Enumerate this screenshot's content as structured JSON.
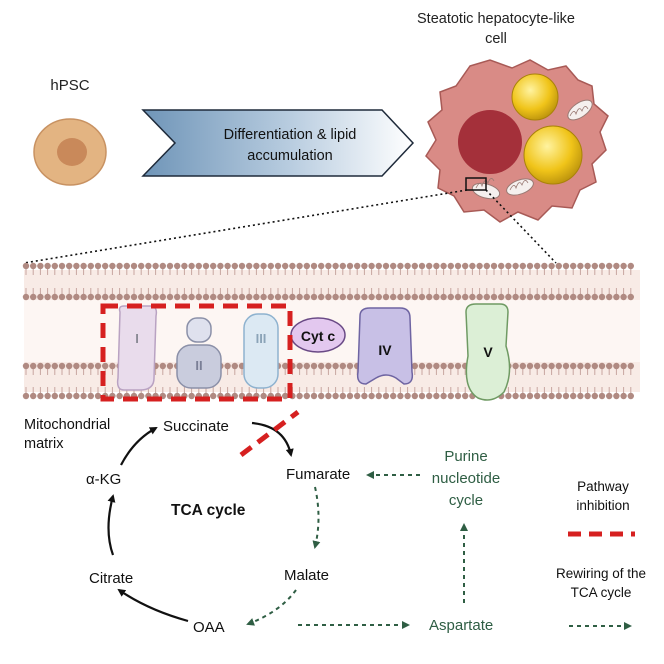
{
  "cell_labels": {
    "hpsc": "hPSC",
    "steatotic_line1": "Steatotic hepatocyte-like",
    "steatotic_line2": "cell"
  },
  "process_arrow": {
    "line1": "Differentiation & lipid",
    "line2": "accumulation"
  },
  "complexes": {
    "c1": "I",
    "c2": "II",
    "c3": "III",
    "cytc": "Cyt c",
    "c4": "IV",
    "c5": "V"
  },
  "matrix_label": {
    "line1": "Mitochondrial",
    "line2": "matrix"
  },
  "tca": {
    "title": "TCA cycle",
    "succinate": "Succinate",
    "fumarate": "Fumarate",
    "malate": "Malate",
    "oaa": "OAA",
    "citrate": "Citrate",
    "akg": "α-KG"
  },
  "purine": {
    "line1": "Purine",
    "line2": "nucleotide",
    "line3": "cycle",
    "aspartate": "Aspartate"
  },
  "legend": {
    "inhibition_line1": "Pathway",
    "inhibition_line2": "inhibition",
    "rewiring_line1": "Rewiring of the",
    "rewiring_line2": "TCA cycle"
  },
  "colors": {
    "inhibition_red": "#d62020",
    "rewiring_green": "#2f5e44",
    "membrane_head": "#b08a82",
    "membrane_band": "#f8ebe6"
  }
}
